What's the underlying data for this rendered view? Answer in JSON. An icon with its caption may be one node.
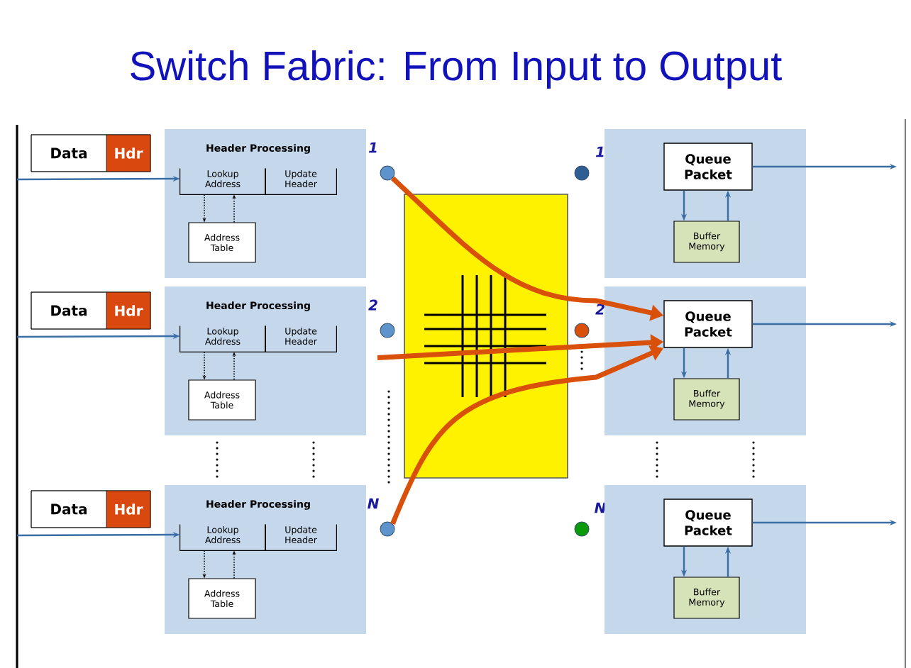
{
  "diagram": {
    "title": "Switch Fabric: From Input to Output",
    "nodes": [
      {
        "text": [
          "Data",
          "Hdr"
        ]
      },
      {
        "text": [
          "Header Processing"
        ]
      },
      {
        "text": [
          "Lookup Address"
        ],
        "in": 1
      },
      {
        "text": [
          "Update Header"
        ],
        "in": 1
      },
      {
        "text": [
          "Address Table"
        ],
        "in": 1
      },
      {
        "text": [],
        "shape": "circle",
        "beside": [
          "1"
        ]
      },
      {
        "text": [
          "Data",
          "Hdr"
        ]
      },
      {
        "text": [
          "Header Processing"
        ]
      },
      {
        "text": [
          "Lookup Address"
        ],
        "in": 7
      },
      {
        "text": [
          "Update Header"
        ],
        "in": 7
      },
      {
        "text": [
          "Address Table"
        ],
        "in": 7
      },
      {
        "text": [],
        "shape": "circle",
        "beside": [
          "2"
        ]
      },
      {
        "text": [
          "Data",
          "Hdr"
        ]
      },
      {
        "text": [
          "Header Processing"
        ]
      },
      {
        "text": [
          "Lookup Address"
        ],
        "in": 13
      },
      {
        "text": [
          "Update Header"
        ],
        "in": 13
      },
      {
        "text": [
          "Address Table"
        ],
        "in": 13
      },
      {
        "text": [],
        "shape": "circle",
        "beside": [
          "N"
        ]
      },
      {
        "text": [],
        "shape": "circle",
        "beside": [
          "1"
        ]
      },
      {
        "text": [],
        "shape": "box"
      },
      {
        "text": [
          "Queue Packet"
        ],
        "in": 19
      },
      {
        "text": [
          "Buffer Memory"
        ],
        "in": 19
      },
      {
        "text": [],
        "shape": "circle",
        "beside": [
          "2"
        ]
      },
      {
        "text": [],
        "shape": "box"
      },
      {
        "text": [
          "Queue Packet"
        ],
        "in": 23
      },
      {
        "text": [
          "Buffer Memory"
        ],
        "in": 23
      },
      {
        "text": [],
        "shape": "circle",
        "beside": [
          "N"
        ]
      },
      {
        "text": [],
        "shape": "box"
      },
      {
        "text": [
          "Queue Packet"
        ],
        "in": 27
      },
      {
        "text": [
          "Buffer Memory"
        ],
        "in": 27
      }
    ],
    "edges": [
      {
        "from": 0,
        "to": 2,
        "arrow": "to"
      },
      {
        "from": 2,
        "to": 4,
        "arrow": "to",
        "style": "dashed",
        "color": "#000000"
      },
      {
        "from": 4,
        "to": 2,
        "arrow": "to",
        "style": "dashed",
        "color": "#000000"
      },
      {
        "from": 6,
        "to": 8,
        "arrow": "to"
      },
      {
        "from": 8,
        "to": 10,
        "arrow": "to",
        "style": "dashed",
        "color": "#000000"
      },
      {
        "from": 10,
        "to": 8,
        "arrow": "to",
        "style": "dashed",
        "color": "#000000"
      },
      {
        "from": 12,
        "to": 14,
        "arrow": "to"
      },
      {
        "from": 14,
        "to": 16,
        "arrow": "to",
        "style": "dashed",
        "color": "#000000"
      },
      {
        "from": 16,
        "to": 14,
        "arrow": "to",
        "style": "dashed",
        "color": "#000000"
      },
      {
        "from": 20,
        "to": 21,
        "arrow": "to"
      },
      {
        "from": 21,
        "to": 20,
        "arrow": "to"
      },
      {
        "from": 20,
        "to": null,
        "arrow": "to"
      },
      {
        "from": 24,
        "to": 25,
        "arrow": "to"
      },
      {
        "from": 25,
        "to": 24,
        "arrow": "to"
      },
      {
        "from": 24,
        "to": null,
        "arrow": "to"
      },
      {
        "from": 28,
        "to": 29,
        "arrow": "to"
      },
      {
        "from": 29,
        "to": 28,
        "arrow": "to"
      },
      {
        "from": 28,
        "to": null,
        "arrow": "to"
      },
      {
        "from": 5,
        "to": 24,
        "arrow": "to",
        "style": "thick",
        "color": "#d9500a"
      },
      {
        "from": 11,
        "to": 24,
        "arrow": "to",
        "style": "thick",
        "color": "#d9500a"
      },
      {
        "from": 17,
        "to": 24,
        "arrow": "to",
        "style": "thick",
        "color": "#d9500a"
      }
    ]
  }
}
